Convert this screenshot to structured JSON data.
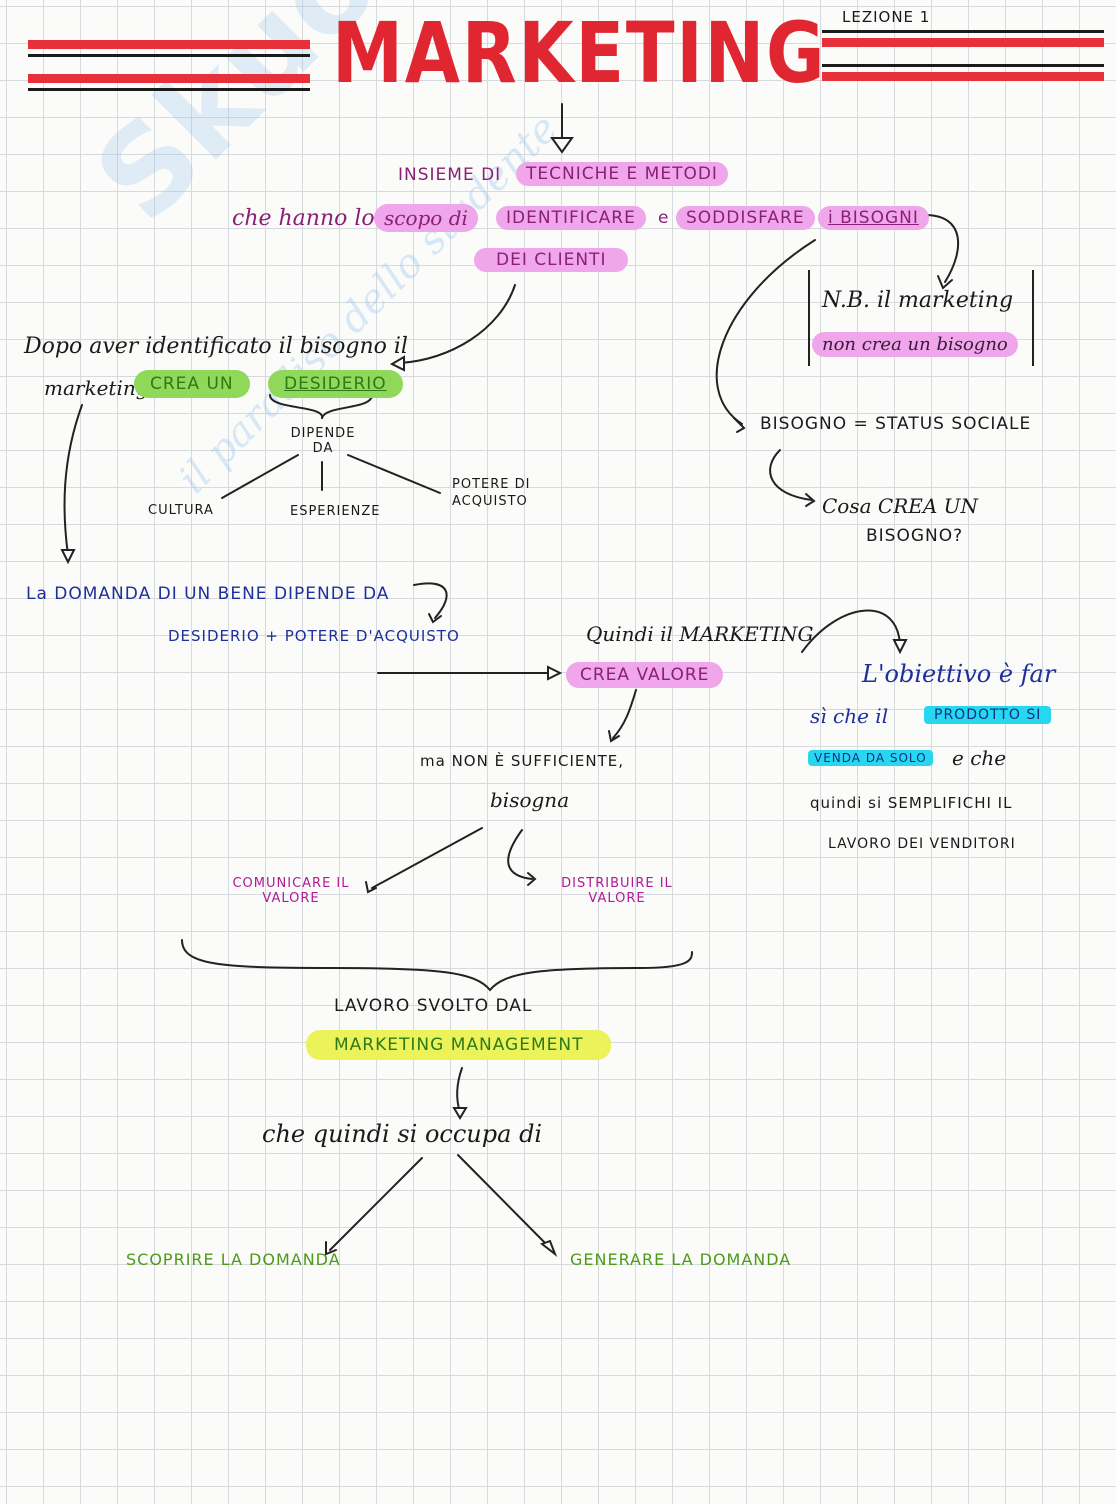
{
  "title": "MARKETING",
  "lesson": "LEZIONE 1",
  "watermark": {
    "brand": "Skuola.net",
    "tagline": "il paradiso dello studente"
  },
  "definition": {
    "prefix": "INSIEME DI",
    "techniques": "TECNICHE E METODI",
    "line2_prefix": "che hanno lo",
    "scope": "scopo di",
    "identify": "IDENTIFICARE",
    "and": "e",
    "satisfy": "SODDISFARE",
    "needs": "i BISOGNI",
    "clients": "DEI CLIENTI"
  },
  "note": {
    "line1": "N.B. il marketing",
    "line2": "non crea un bisogno"
  },
  "desire": {
    "line1": "Dopo aver identificato il bisogno il",
    "line2_prefix": "marketing",
    "highlight_a": "CREA UN",
    "highlight_b": "DESIDERIO",
    "depends": "DIPENDE DA",
    "factors": [
      "CULTURA",
      "ESPERIENZE",
      "POTERE DI ACQUISTO"
    ]
  },
  "need_status": {
    "equation": "BISOGNO = STATUS SOCIALE",
    "question_a": "Cosa CREA UN",
    "question_b": "BISOGNO?"
  },
  "demand": {
    "line1": "La DOMANDA DI UN BENE DIPENDE DA",
    "line2": "DESIDERIO + POTERE D'ACQUISTO"
  },
  "value": {
    "intro": "Quindi il MARKETING",
    "highlight": "CREA VALORE",
    "not_enough": "ma NON È SUFFICIENTE,",
    "need_word": "bisogna",
    "communicate": "COMUNICARE IL VALORE",
    "distribute": "DISTRIBUIRE IL VALORE"
  },
  "goal": {
    "line1": "L'obiettivo è far",
    "line2_prefix": "sì che il",
    "product": "PRODOTTO SI",
    "sells": "VENDA DA SOLO",
    "line3_suffix": "e che",
    "line4": "quindi si SEMPLIFICHI IL",
    "line5": "LAVORO DEI VENDITORI"
  },
  "management": {
    "intro": "LAVORO SVOLTO DAL",
    "highlight": "MARKETING MANAGEMENT",
    "deals": "che quindi si occupa di",
    "discover": "SCOPRIRE LA DOMANDA",
    "generate": "GENERARE LA DOMANDA"
  },
  "colors": {
    "title_red": "#e02630",
    "pink": "#f0a6ea",
    "green_highlight": "#8fd85a",
    "yellow_highlight": "#ecf25a",
    "cyan_highlight": "#27d6ef",
    "blue_ink": "#1e2f9a",
    "green_ink": "#4d9a18",
    "magenta_ink": "#b0199a"
  }
}
